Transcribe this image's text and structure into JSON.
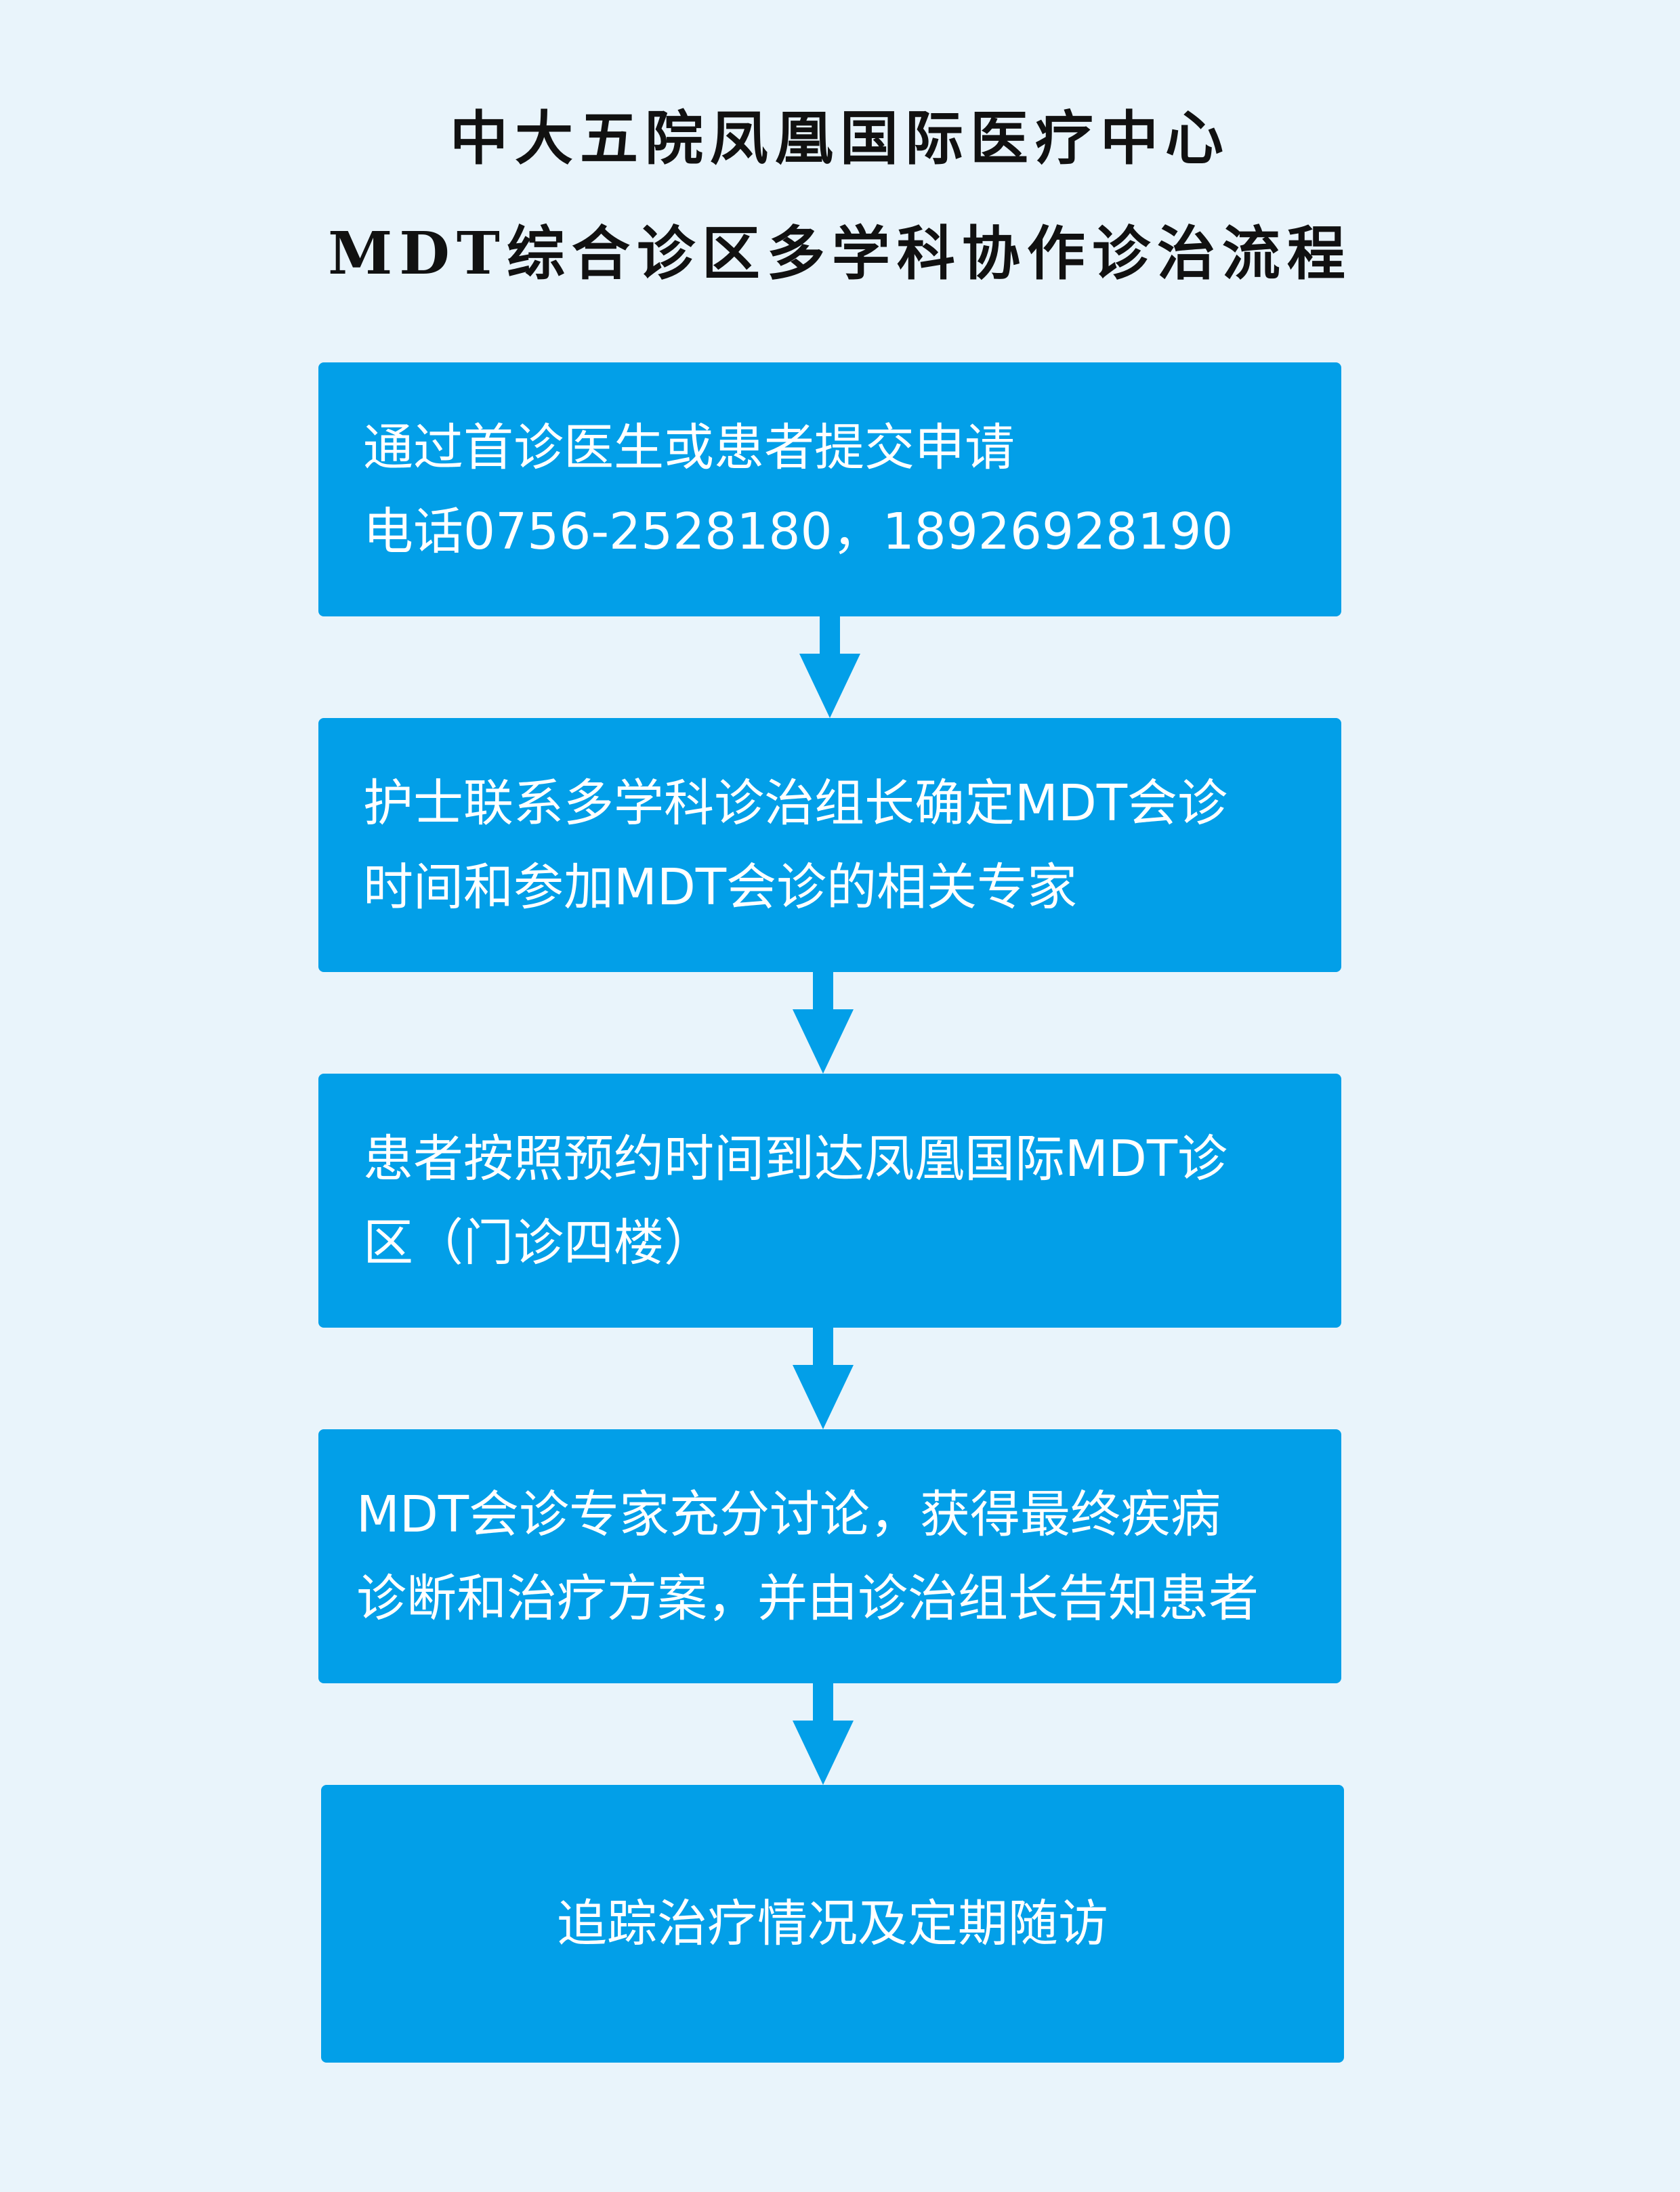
{
  "title": {
    "line1": "中大五院凤凰国际医疗中心",
    "line2": "MDT综合诊区多学科协作诊治流程"
  },
  "steps": [
    {
      "lines": [
        "通过首诊医生或患者提交申请",
        "电话0756-2528180，18926928190"
      ]
    },
    {
      "lines": [
        "护士联系多学科诊治组长确定MDT会诊",
        "时间和参加MDT会诊的相关专家"
      ]
    },
    {
      "lines": [
        "患者按照预约时间到达凤凰国际MDT诊",
        "区（门诊四楼）"
      ]
    },
    {
      "lines": [
        "MDT会诊专家充分讨论，获得最终疾病",
        "诊断和治疗方案，并由诊治组长告知患者"
      ]
    },
    {
      "lines": [
        "追踪治疗情况及定期随访"
      ]
    }
  ],
  "colors": {
    "background": "#e9f4fb",
    "box": "#029fe8",
    "arrow": "#029fe8",
    "box_text": "#ffffff",
    "title_text": "#111111"
  }
}
